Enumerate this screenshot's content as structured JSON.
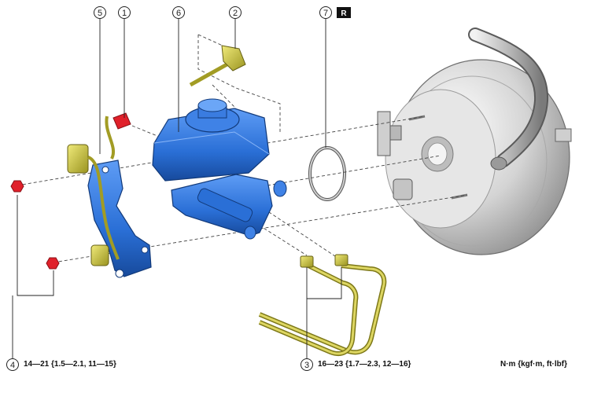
{
  "callouts": [
    {
      "num": "1"
    },
    {
      "num": "2"
    },
    {
      "num": "3"
    },
    {
      "num": "4"
    },
    {
      "num": "5"
    },
    {
      "num": "6"
    },
    {
      "num": "7"
    }
  ],
  "replace_badge": "R",
  "torque": {
    "item4": "14—21 {1.5—2.1, 11—15}",
    "item3": "16—23 {1.7—2.3, 12—16}",
    "units": "N·m {kgf·m, ft·lbf}"
  },
  "colors": {
    "master_cylinder": "#2a6fd6",
    "bracket": "#3566d8",
    "brake_pipe": "#c8c23a",
    "nut": "#e0202a",
    "booster": "#d9d9d9",
    "replace_badge": "#111111"
  },
  "icons": [
    "brake-booster-icon",
    "master-cylinder-icon",
    "reservoir-cap-icon",
    "bracket-icon",
    "nut-icon",
    "gasket-ring-icon",
    "brake-pipe-icon",
    "sensor-connector-icon"
  ]
}
